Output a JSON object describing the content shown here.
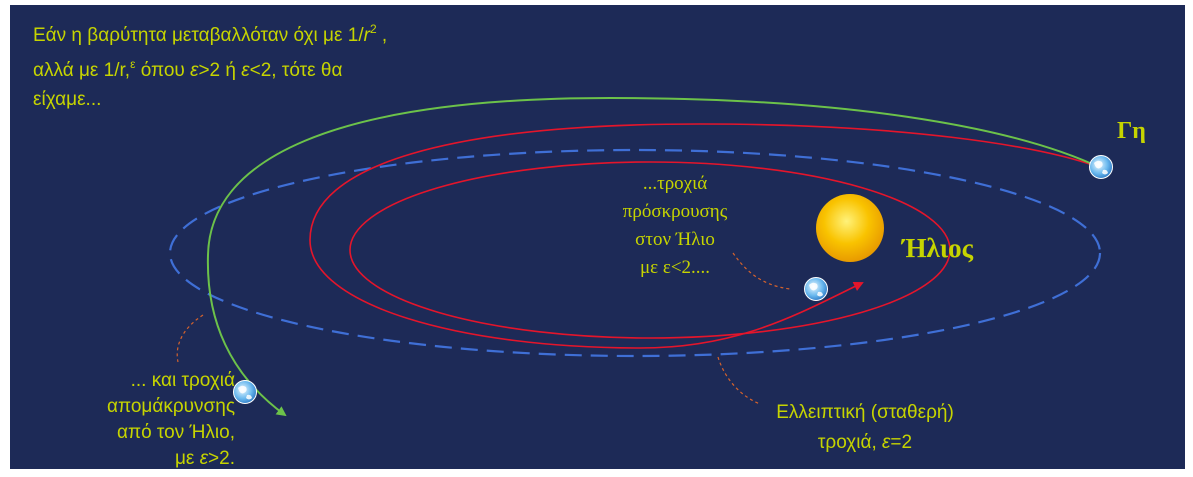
{
  "title": {
    "line1_pre": "Εάν η βαρύτητα μεταβαλλόταν όχι με 1/",
    "line1_var": "r",
    "line1_exp": "2",
    "line1_post": " ,",
    "line2_pre": "αλλά με 1/r,",
    "line2_exp": "ε",
    "line2_mid1": " όπου ",
    "line2_var1": "ε",
    "line2_mid2": ">2 ή ",
    "line2_var2": "ε",
    "line2_post": "<2, τότε θα",
    "line3": "είχαμε..."
  },
  "labels": {
    "earth": "Γη",
    "sun": "Ήλιος",
    "crash": [
      "...τροχιά",
      "πρόσκρουσης",
      "στον Ήλιο",
      "με ε<2...."
    ],
    "escape": {
      "line1": "... και τροχιά",
      "line2": "απομάκρυνσης",
      "line3": "από τον Ήλιο,",
      "line4_pre": "με ",
      "line4_var": "ε",
      "line4_post": ">2."
    },
    "ellipse": {
      "line1": "Ελλειπτική (σταθερή)",
      "line2_pre": "τροχιά, ",
      "line2_var": "ε",
      "line2_post": "=2"
    }
  },
  "colors": {
    "background": "#1d2a57",
    "text": "#c6d400",
    "stable_orbit": "#3f6fd6",
    "escape_orbit": "#6cc24a",
    "crash_orbit": "#e4152b",
    "sun": "#f6b800",
    "leader_lines": "#d5622c"
  },
  "icons": [
    "earth-icon",
    "sun-icon"
  ]
}
